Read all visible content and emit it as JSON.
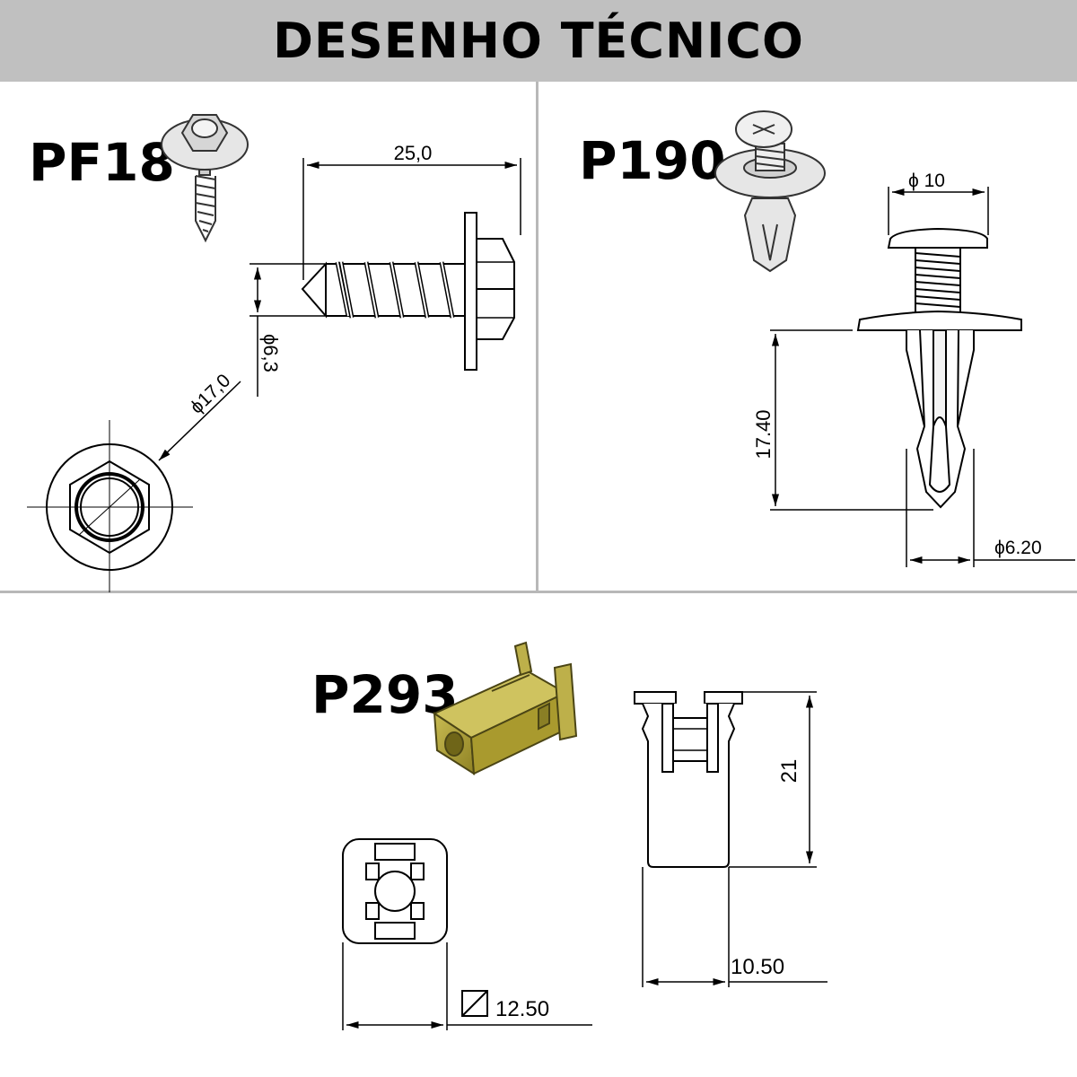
{
  "header": {
    "title": "DESENHO TÉCNICO"
  },
  "parts": {
    "pf18": {
      "label": "PF18",
      "length": "25,0",
      "thread_diameter": "ϕ6,3",
      "head_diameter": "ϕ17,0"
    },
    "p190": {
      "label": "P190",
      "head_diameter": "ϕ 10",
      "length": "17.40",
      "shank_diameter": "ϕ6.20"
    },
    "p293": {
      "label": "P293",
      "height": "21",
      "depth": "10.50",
      "width": "12.50",
      "color": "#a99a2e"
    }
  }
}
